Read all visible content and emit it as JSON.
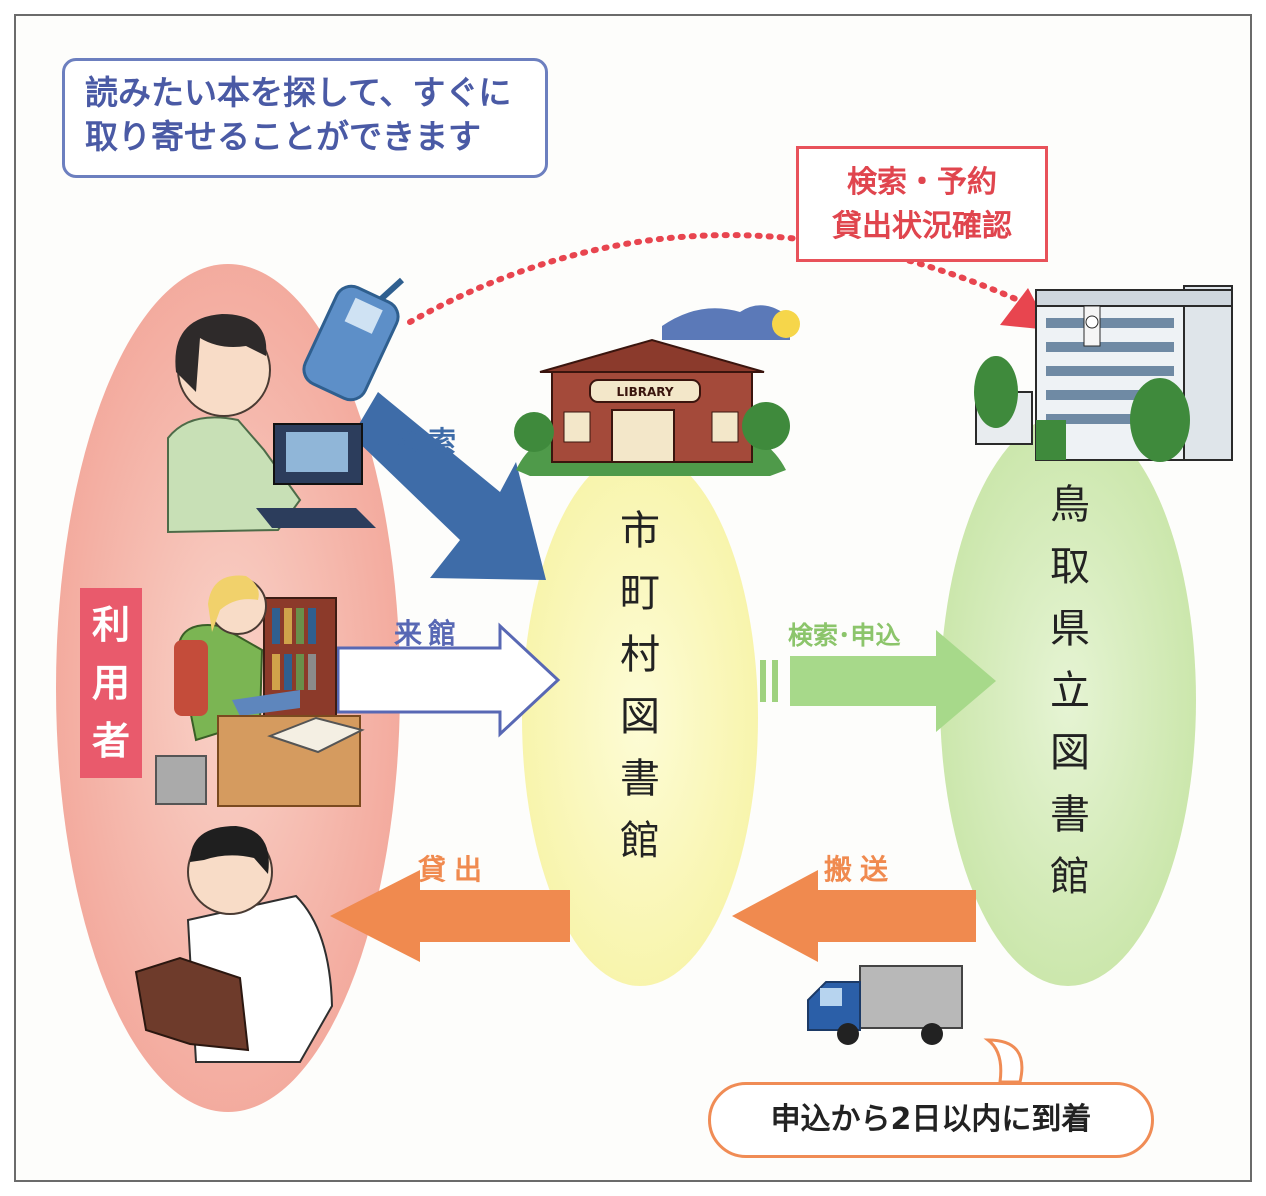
{
  "header": {
    "line1": "読みたい本を探して、すぐに",
    "line2": "取り寄せることができます"
  },
  "online_service": {
    "line1": "検索・予約",
    "line2": "貸出状況確認"
  },
  "users": {
    "label": "利用者"
  },
  "municipal_library": {
    "label": "市町村図書館"
  },
  "prefectural_library": {
    "label": "鳥取県立図書館"
  },
  "library_sign": "LIBRARY",
  "arrows": {
    "search": "検索",
    "visit": "来館",
    "search_apply": "検索･申込",
    "lend": "貸出",
    "transport": "搬送"
  },
  "delivery_note": "申込から2日以内に到着",
  "colors": {
    "users_ellipse": "#f6b8ae",
    "municipal_ellipse": "#fbf9b9",
    "prefectural_ellipse": "#d5ecb8",
    "search_arrow": "#3b6ba8",
    "visit_arrow": "#5868b4",
    "apply_arrow": "#9fd27f",
    "lend_arrow": "#f08a4f"
  }
}
